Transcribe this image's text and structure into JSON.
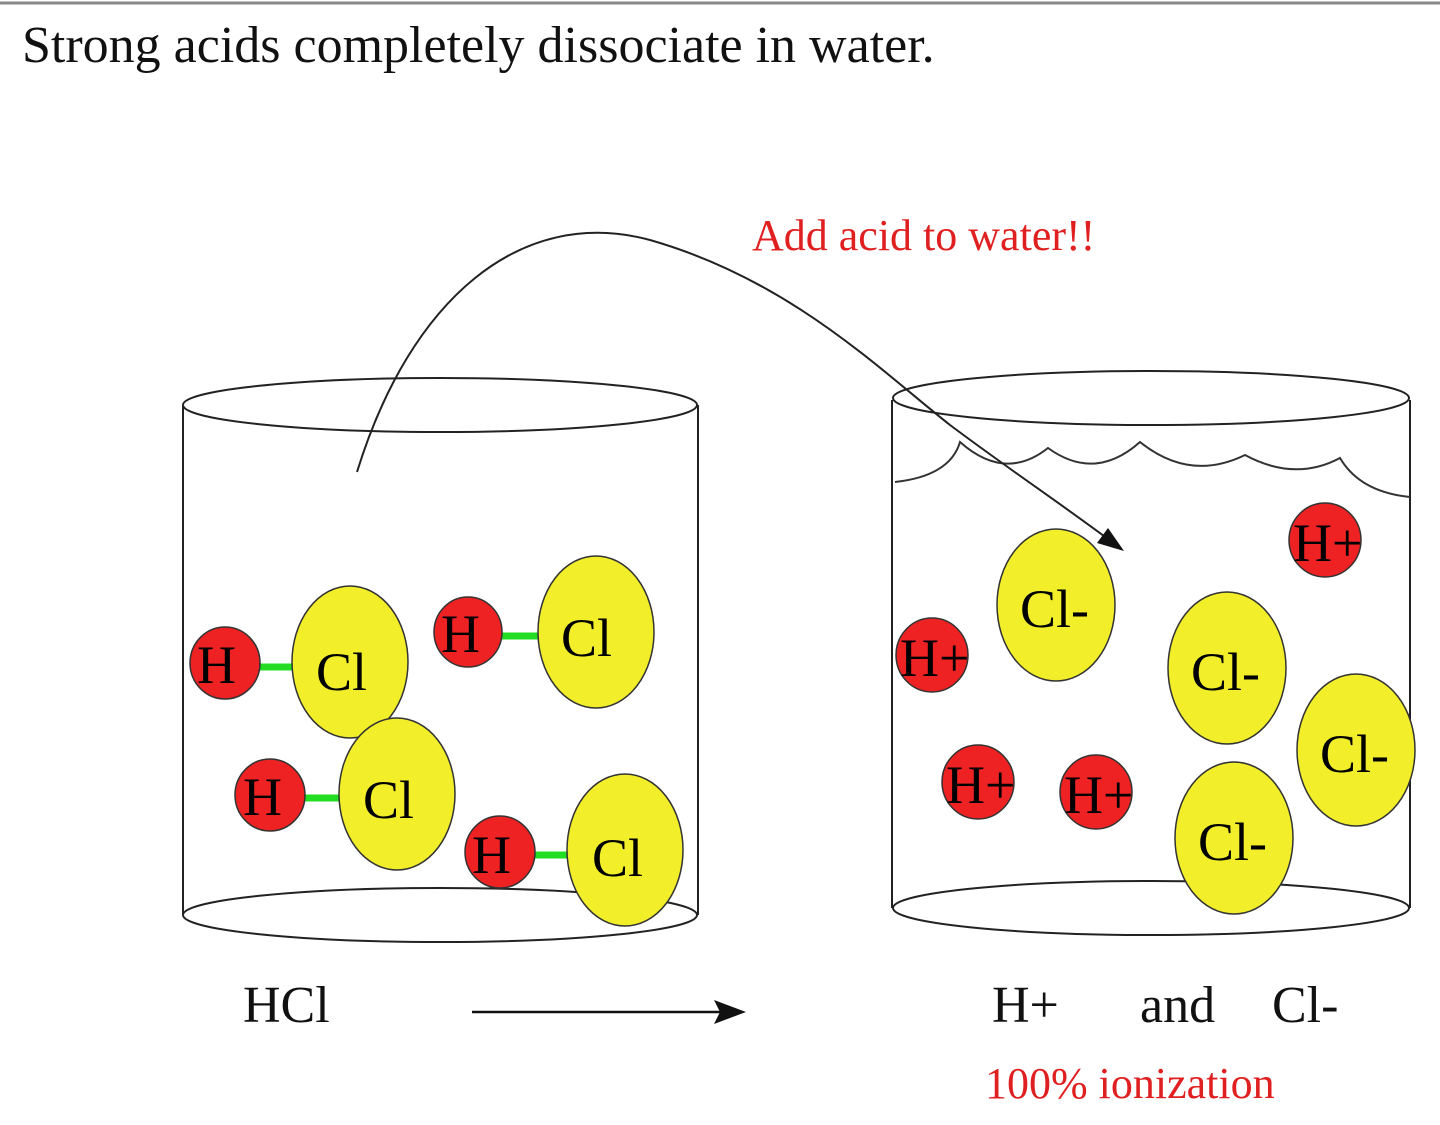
{
  "title": "Strong acids completely dissociate in water.",
  "note": "Add acid to water!!",
  "left_label": "HCl",
  "right_label": {
    "h_plus": "H+",
    "and": "and",
    "cl_minus": "Cl-"
  },
  "ionization": "100% ionization",
  "molecules": {
    "hydrogen": "H",
    "chlorine": "Cl"
  },
  "ions": {
    "hydrogen": "H+",
    "chloride": "Cl-"
  },
  "colors": {
    "hydrogen_fill": "#ee2222",
    "chlorine_fill": "#f2ef2a",
    "bond": "#22dd22",
    "note_text": "#e02020",
    "outline": "#222222"
  },
  "icons": [
    "arrow-right-icon",
    "curved-arrow-icon"
  ]
}
